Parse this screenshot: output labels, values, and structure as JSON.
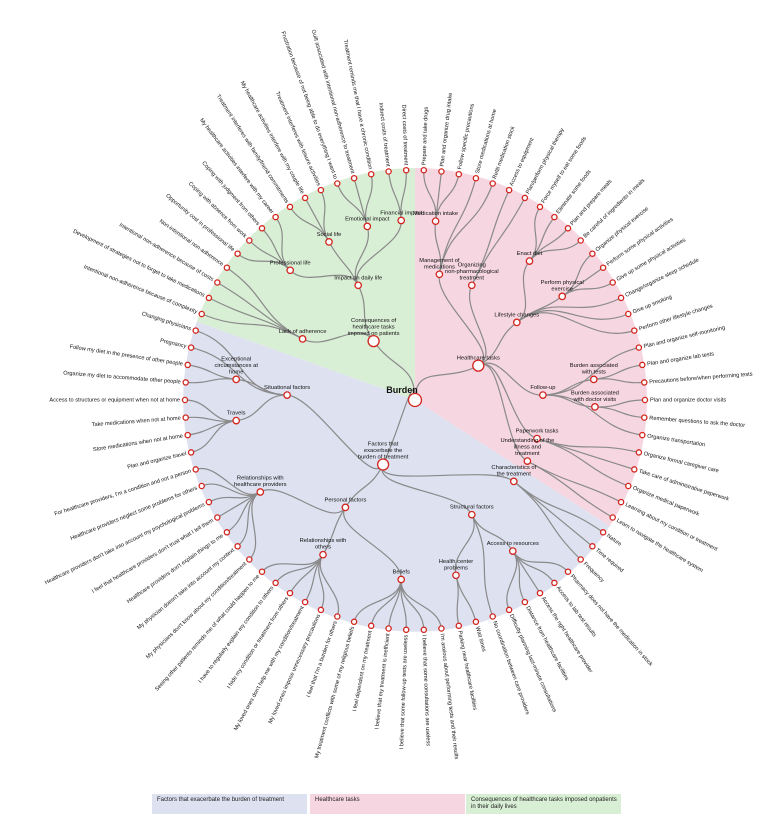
{
  "colors": {
    "factors": "#dde1f0",
    "tasks": "#f6d6e0",
    "consequences": "#d9efd5",
    "node_stroke": "#d2261f",
    "edge": "#8a8a8a"
  },
  "root": {
    "label": "Burden",
    "children": [
      {
        "label": "Healthcare tasks",
        "group": "tasks",
        "children": [
          {
            "label": "Management of medications",
            "children": [
              {
                "label": "Medication intake",
                "children": [
                  {
                    "label": "Prepare and take drugs"
                  },
                  {
                    "label": "Plan and organize drug intake"
                  },
                  {
                    "label": "Follow specific precautions"
                  }
                ]
              },
              {
                "label": "Store medications at home"
              },
              {
                "label": "Refill medication stock"
              }
            ]
          },
          {
            "label": "Organizing non-pharmacological treatment",
            "children": [
              {
                "label": "Access to equipment"
              },
              {
                "label": "Plan/perform physical therapy"
              }
            ]
          },
          {
            "label": "Lifestyle changes",
            "children": [
              {
                "label": "Enact diet",
                "children": [
                  {
                    "label": "Force myself to eat some foods"
                  },
                  {
                    "label": "Eliminate some foods"
                  },
                  {
                    "label": "Plan and prepare meals"
                  },
                  {
                    "label": "Be careful of ingredients in meals"
                  }
                ]
              },
              {
                "label": "Perform physical exercise",
                "children": [
                  {
                    "label": "Organize physical exercise"
                  },
                  {
                    "label": "Perform some physical activities"
                  },
                  {
                    "label": "Give up some physical activities"
                  }
                ]
              },
              {
                "label": "Change/organize sleep schedule"
              },
              {
                "label": "Give up smoking"
              },
              {
                "label": "Perform other lifestyle changes"
              }
            ]
          },
          {
            "label": "Follow-up",
            "children": [
              {
                "label": "Plan and organize self-monitoring"
              },
              {
                "label": "Burden associated with tests",
                "children": [
                  {
                    "label": "Plan and organize lab tests"
                  },
                  {
                    "label": "Precautions before/when performing tests"
                  }
                ]
              },
              {
                "label": "Burden associated with doctor visits",
                "children": [
                  {
                    "label": "Plan and organize doctor visits"
                  },
                  {
                    "label": "Remember questions to ask the doctor"
                  }
                ]
              },
              {
                "label": "Organize transportation"
              }
            ]
          },
          {
            "label": "Paperwork tasks",
            "children": [
              {
                "label": "Organize formal caregiver care"
              },
              {
                "label": "Take care of administrative paperwork"
              },
              {
                "label": "Organize medical paperwork"
              }
            ]
          },
          {
            "label": "Understanding of the illness and treatment",
            "children": [
              {
                "label": "Learning about my condition or treatment"
              },
              {
                "label": "Learn to navigate the healthcare system"
              }
            ]
          }
        ]
      },
      {
        "label": "Factors that exacerbate the burden of treatment",
        "group": "factors",
        "children": [
          {
            "label": "Characteristics of the treatment",
            "children": [
              {
                "label": "Nature"
              },
              {
                "label": "Time required"
              },
              {
                "label": "Frequency"
              }
            ]
          },
          {
            "label": "Structural factors",
            "children": [
              {
                "label": "Access to resources",
                "children": [
                  {
                    "label": "Pharmacy does not have the medication in stock"
                  },
                  {
                    "label": "Access to lab test results"
                  },
                  {
                    "label": "Access the right healthcare provider"
                  },
                  {
                    "label": "Distance from healthcare facilities"
                  },
                  {
                    "label": "Difficulty planning last-minute consultations"
                  }
                ]
              },
              {
                "label": "No coordination between care providers"
              },
              {
                "label": "Health center problems",
                "children": [
                  {
                    "label": "Wait times"
                  },
                  {
                    "label": "Parking near healthcare facilities"
                  }
                ]
              }
            ]
          },
          {
            "label": "Personal factors",
            "children": [
              {
                "label": "Beliefs",
                "children": [
                  {
                    "label": "I'm anxious about performing tests and their results"
                  },
                  {
                    "label": "I believe that some consultations are useless"
                  },
                  {
                    "label": "I believe that some follow-up tests are useless"
                  },
                  {
                    "label": "I believe that my treatment is inefficient"
                  },
                  {
                    "label": "I feel dependent on my treatment"
                  },
                  {
                    "label": "My treatment conflicts with some of my religious beliefs"
                  }
                ]
              },
              {
                "label": "Relationships with others",
                "children": [
                  {
                    "label": "I feel that I'm a burden for others"
                  },
                  {
                    "label": "My loved ones impose unnecessary precautions"
                  },
                  {
                    "label": "My loved ones don't help me with my condition/treatment"
                  },
                  {
                    "label": "I hide my condition or treatment from others"
                  },
                  {
                    "label": "I have to regularly explain my condition to others"
                  },
                  {
                    "label": "Seeing other patients reminds me of what could happen to me"
                  }
                ]
              },
              {
                "label": "Relationships with healthcare providers",
                "children": [
                  {
                    "label": "My physicians don't know about my condition/treatment"
                  },
                  {
                    "label": "My physician doesn't take into account my context"
                  },
                  {
                    "label": "Healthcare providers don't explain things to me"
                  },
                  {
                    "label": "I feel that healthcare providers don't trust what I tell them"
                  },
                  {
                    "label": "Healthcare providers don't take into account my psychological problems"
                  },
                  {
                    "label": "Healthcare providers neglect some problems for others"
                  },
                  {
                    "label": "For healthcare providers, I'm a condition and not a person"
                  }
                ]
              }
            ]
          },
          {
            "label": "Situational factors",
            "children": [
              {
                "label": "Travels",
                "children": [
                  {
                    "label": "Plan and organize travel"
                  },
                  {
                    "label": "Store medications when not at home"
                  },
                  {
                    "label": "Take medications when not at home"
                  },
                  {
                    "label": "Access to structures or equipment when not at home"
                  }
                ]
              },
              {
                "label": "Exceptional circumstances at home",
                "children": [
                  {
                    "label": "Organize my diet to accommodate other people"
                  },
                  {
                    "label": "Follow my diet in the presence of other people"
                  }
                ]
              },
              {
                "label": "Pregnancy"
              },
              {
                "label": "Changing physicians"
              }
            ]
          }
        ]
      },
      {
        "label": "Consequences of healthcare tasks imposed on patients",
        "group": "consequences",
        "children": [
          {
            "label": "Lack of adherence",
            "children": [
              {
                "label": "Intentional non-adherence because of complexity"
              },
              {
                "label": "Development of strategies not to forget to take medications"
              },
              {
                "label": "Intentional non-adherence because of costs"
              },
              {
                "label": "Non-intentional non-adherence"
              }
            ]
          },
          {
            "label": "Impact on daily life",
            "children": [
              {
                "label": "Professional life",
                "children": [
                  {
                    "label": "Opportunity cost in professional life"
                  },
                  {
                    "label": "Coping with absence from work"
                  },
                  {
                    "label": "Coping with judgment from others"
                  },
                  {
                    "label": "My healthcare activities interfere with my career"
                  }
                ]
              },
              {
                "label": "Social life",
                "children": [
                  {
                    "label": "Treatment interferes with family/friend commitments"
                  },
                  {
                    "label": "My healthcare activities interfere with my couple life"
                  },
                  {
                    "label": "Treatment interferes with leisure activities"
                  }
                ]
              },
              {
                "label": "Emotional impact",
                "children": [
                  {
                    "label": "Frustration because of not being able to do everything I want to"
                  },
                  {
                    "label": "Guilt associated with intentional non-adherence to treatment"
                  },
                  {
                    "label": "Treatment reminds me that I have a chronic condition"
                  }
                ]
              },
              {
                "label": "Financial impact",
                "children": [
                  {
                    "label": "Indirect costs of treatment"
                  },
                  {
                    "label": "Direct costs of treatment"
                  }
                ]
              }
            ]
          }
        ]
      }
    ]
  },
  "legend": [
    {
      "label": "Factors that exacerbate the burden of treatment",
      "group": "factors"
    },
    {
      "label": "Healthcare tasks",
      "group": "tasks"
    },
    {
      "label": "Consequences of healthcare tasks imposed onpatients in their daily lives",
      "group": "consequences"
    }
  ]
}
